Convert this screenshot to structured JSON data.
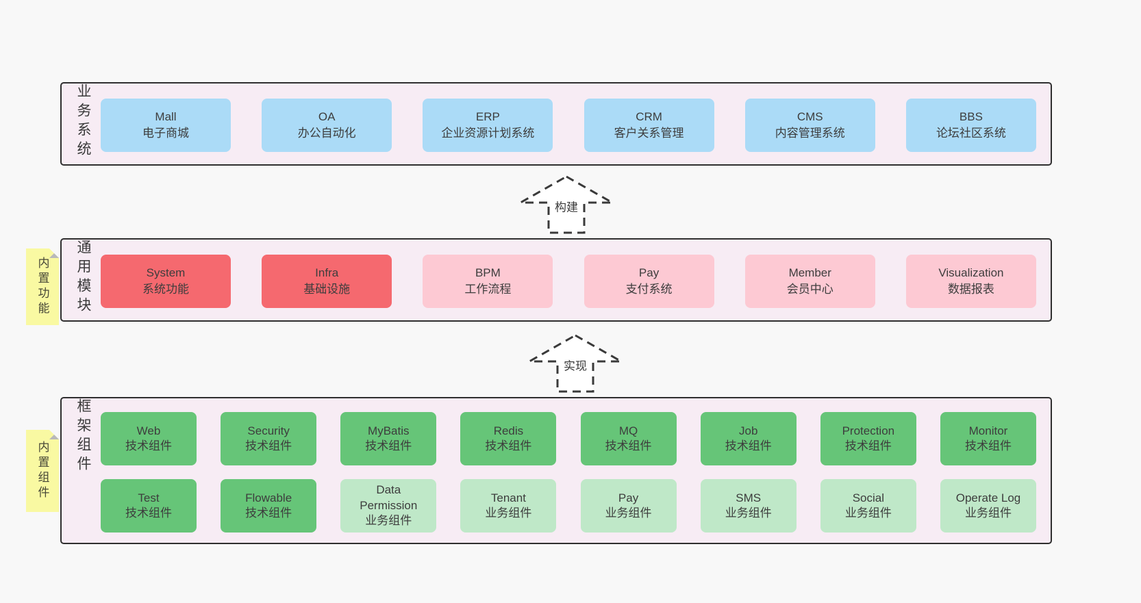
{
  "colors": {
    "page_bg": "#f8f8f8",
    "container_bg": "#f7ecf4",
    "container_border": "#2f2f2f",
    "blue": "#abdbf7",
    "red": "#f5696f",
    "pink": "#fdc9d3",
    "green": "#66c578",
    "light_green": "#bfe8c8",
    "note_yellow": "#f9f9a2",
    "text": "#3d3d3d"
  },
  "sections": {
    "business": {
      "label": "业务系统",
      "boxes": [
        {
          "title": "Mall",
          "subtitle": "电子商城",
          "variant": "blue"
        },
        {
          "title": "OA",
          "subtitle": "办公自动化",
          "variant": "blue"
        },
        {
          "title": "ERP",
          "subtitle": "企业资源计划系统",
          "variant": "blue"
        },
        {
          "title": "CRM",
          "subtitle": "客户关系管理",
          "variant": "blue"
        },
        {
          "title": "CMS",
          "subtitle": "内容管理系统",
          "variant": "blue"
        },
        {
          "title": "BBS",
          "subtitle": "论坛社区系统",
          "variant": "blue"
        }
      ]
    },
    "modules": {
      "label": "通用模块",
      "note": "内置功能",
      "boxes": [
        {
          "title": "System",
          "subtitle": "系统功能",
          "variant": "red"
        },
        {
          "title": "Infra",
          "subtitle": "基础设施",
          "variant": "red"
        },
        {
          "title": "BPM",
          "subtitle": "工作流程",
          "variant": "pink"
        },
        {
          "title": "Pay",
          "subtitle": "支付系统",
          "variant": "pink"
        },
        {
          "title": "Member",
          "subtitle": "会员中心",
          "variant": "pink"
        },
        {
          "title": "Visualization",
          "subtitle": "数据报表",
          "variant": "pink"
        }
      ]
    },
    "components": {
      "label": "框架组件",
      "note": "内置组件",
      "row1": [
        {
          "title": "Web",
          "subtitle": "技术组件",
          "variant": "green"
        },
        {
          "title": "Security",
          "subtitle": "技术组件",
          "variant": "green"
        },
        {
          "title": "MyBatis",
          "subtitle": "技术组件",
          "variant": "green"
        },
        {
          "title": "Redis",
          "subtitle": "技术组件",
          "variant": "green"
        },
        {
          "title": "MQ",
          "subtitle": "技术组件",
          "variant": "green"
        },
        {
          "title": "Job",
          "subtitle": "技术组件",
          "variant": "green"
        },
        {
          "title": "Protection",
          "subtitle": "技术组件",
          "variant": "green"
        },
        {
          "title": "Monitor",
          "subtitle": "技术组件",
          "variant": "green"
        }
      ],
      "row2": [
        {
          "title": "Test",
          "subtitle": "技术组件",
          "variant": "green"
        },
        {
          "title": "Flowable",
          "subtitle": "技术组件",
          "variant": "green"
        },
        {
          "title": "Data Permission",
          "subtitle": "业务组件",
          "variant": "light-green"
        },
        {
          "title": "Tenant",
          "subtitle": "业务组件",
          "variant": "light-green"
        },
        {
          "title": "Pay",
          "subtitle": "业务组件",
          "variant": "light-green"
        },
        {
          "title": "SMS",
          "subtitle": "业务组件",
          "variant": "light-green"
        },
        {
          "title": "Social",
          "subtitle": "业务组件",
          "variant": "light-green"
        },
        {
          "title": "Operate Log",
          "subtitle": "业务组件",
          "variant": "light-green"
        }
      ]
    }
  },
  "arrows": [
    {
      "label": "构建"
    },
    {
      "label": "实现"
    }
  ]
}
